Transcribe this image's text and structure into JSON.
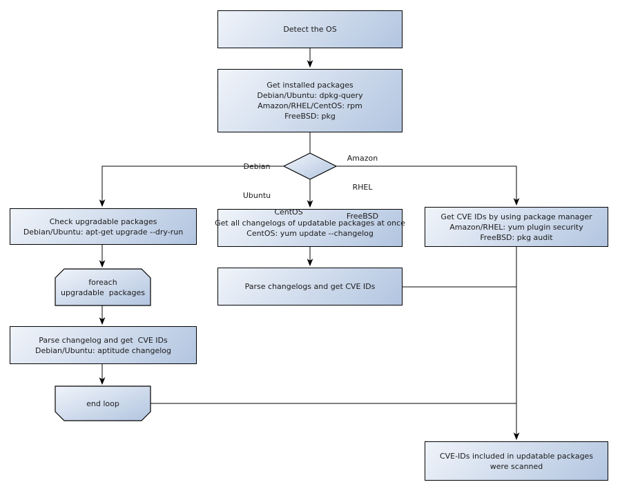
{
  "colors": {
    "background": "#ffffff",
    "node_border": "#000000",
    "node_fill_light": "#f0f4fa",
    "node_fill_dark": "#b2c5e0",
    "edge": "#000000"
  },
  "nodes": {
    "detect_os": {
      "lines": [
        "Detect the OS"
      ]
    },
    "get_installed": {
      "lines": [
        "Get installed packages",
        "Debian/Ubuntu: dpkg-query",
        "Amazon/RHEL/CentOS: rpm",
        "FreeBSD: pkg"
      ]
    },
    "check_upgradable": {
      "lines": [
        "Check upgradable packages",
        "Debian/Ubuntu: apt-get upgrade --dry-run"
      ]
    },
    "get_all_changelogs": {
      "lines": [
        "Get all changelogs of updatable packages at once",
        "CentOS: yum update --changelog"
      ]
    },
    "get_cve_ids": {
      "lines": [
        "Get CVE IDs by using package manager",
        "Amazon/RHEL: yum plugin security",
        "FreeBSD: pkg audit"
      ]
    },
    "foreach_loop": {
      "lines": [
        "foreach",
        "upgradable  packages"
      ]
    },
    "parse_changelog": {
      "lines": [
        "Parse changelog and get  CVE IDs",
        "Debian/Ubuntu: aptitude changelog"
      ]
    },
    "end_loop": {
      "lines": [
        "end loop"
      ]
    },
    "parse_changelogs": {
      "lines": [
        "Parse changelogs and get CVE IDs"
      ]
    },
    "scanned": {
      "lines": [
        "CVE-IDs included in updatable packages",
        "were scanned"
      ]
    }
  },
  "edge_labels": {
    "debian_branch": {
      "lines": [
        "Debian",
        "Ubuntu"
      ]
    },
    "amazon_branch": {
      "lines": [
        "Amazon",
        "RHEL",
        "FreeBSD"
      ]
    },
    "centos_branch": {
      "lines": [
        "CentOS"
      ]
    }
  }
}
